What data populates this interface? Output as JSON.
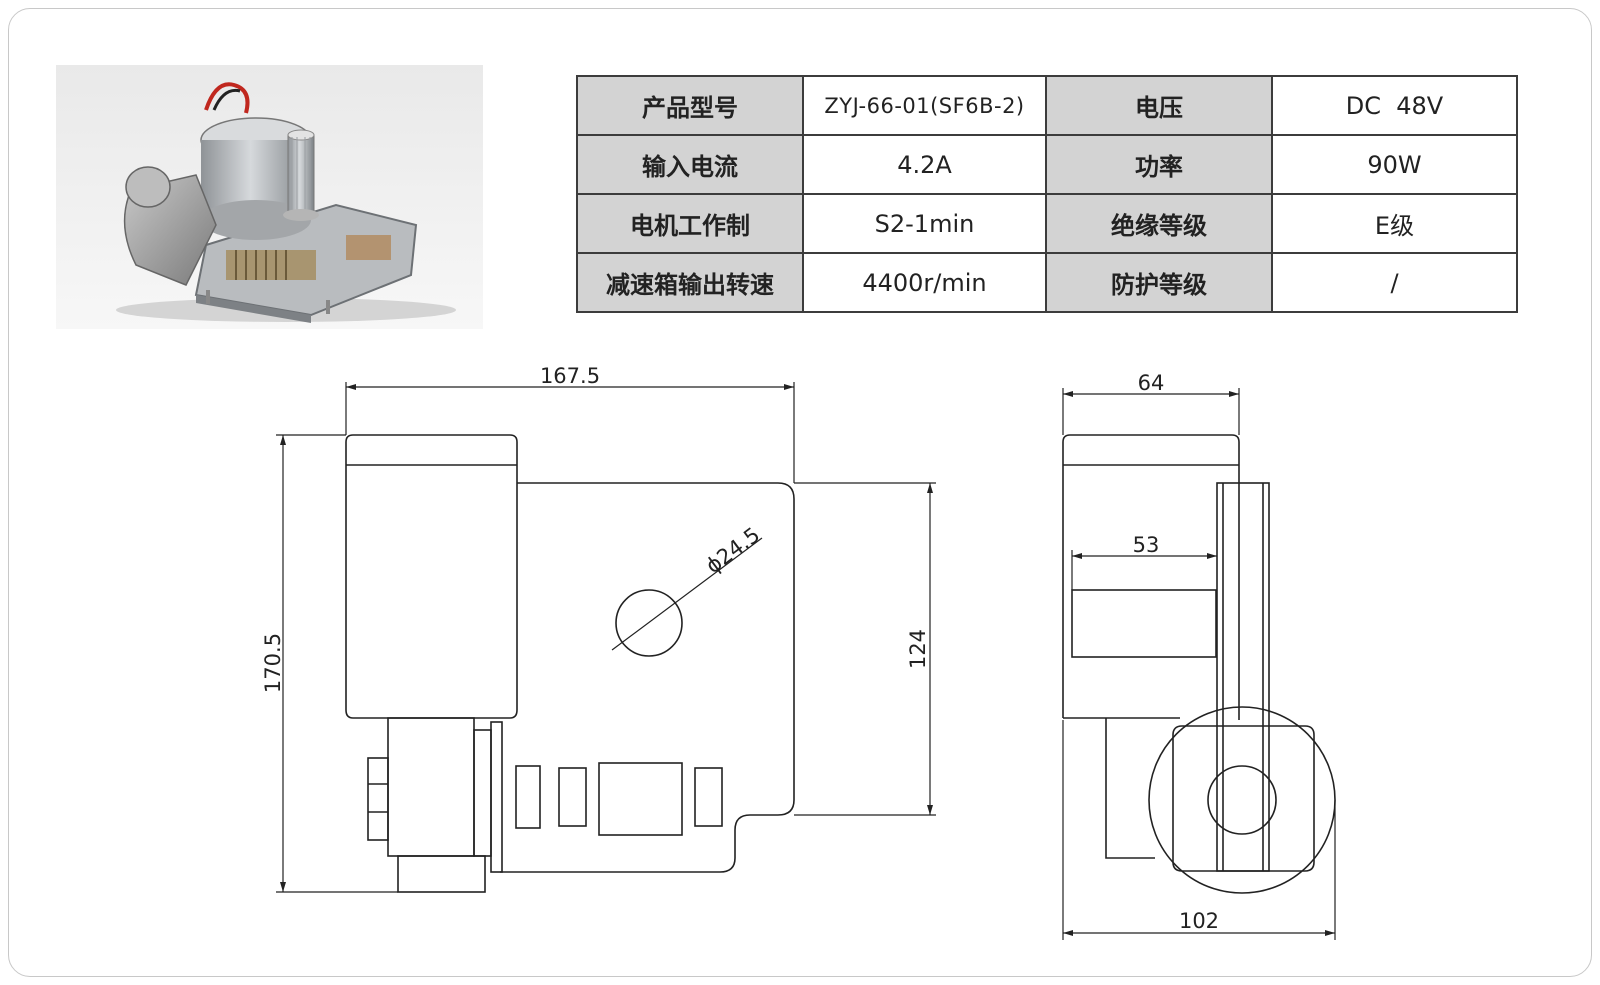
{
  "spec_table": {
    "rows": [
      {
        "label1": "产品型号",
        "value1": "ZYJ-66-01(SF6B-2)",
        "label2": "电压",
        "value2": "DC  48V"
      },
      {
        "label1": "输入电流",
        "value1": "4.2A",
        "label2": "功率",
        "value2": "90W"
      },
      {
        "label1": "电机工作制",
        "value1": "S2-1min",
        "label2": "绝缘等级",
        "value2": "E级"
      },
      {
        "label1": "减速箱输出转速",
        "value1": "4400r/min",
        "label2": "防护等级",
        "value2": "/"
      }
    ]
  },
  "dimensions": {
    "front_width": "167.5",
    "front_height": "170.5",
    "plate_height": "124",
    "hole_diameter": "ϕ24.5",
    "side_width": "64",
    "side_inner": "53",
    "side_bottom": "102"
  },
  "colors": {
    "label_bg": "#d3d3d3",
    "border": "#3c3c3c",
    "line": "#222222"
  }
}
